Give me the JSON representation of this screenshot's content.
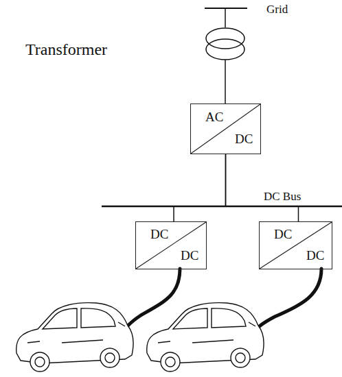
{
  "diagram": {
    "nodes": [
      {
        "text": [
          "AC",
          "DC"
        ]
      },
      {
        "text": [
          "DC",
          "DC"
        ]
      },
      {
        "text": [
          "DC",
          "DC"
        ]
      }
    ],
    "edges": [
      {
        "from": 0,
        "to": 1,
        "arrow": "none"
      },
      {
        "from": 0,
        "to": 2,
        "arrow": "none"
      }
    ],
    "labels": [
      "Grid",
      "Transformer",
      "DC Bus"
    ]
  }
}
